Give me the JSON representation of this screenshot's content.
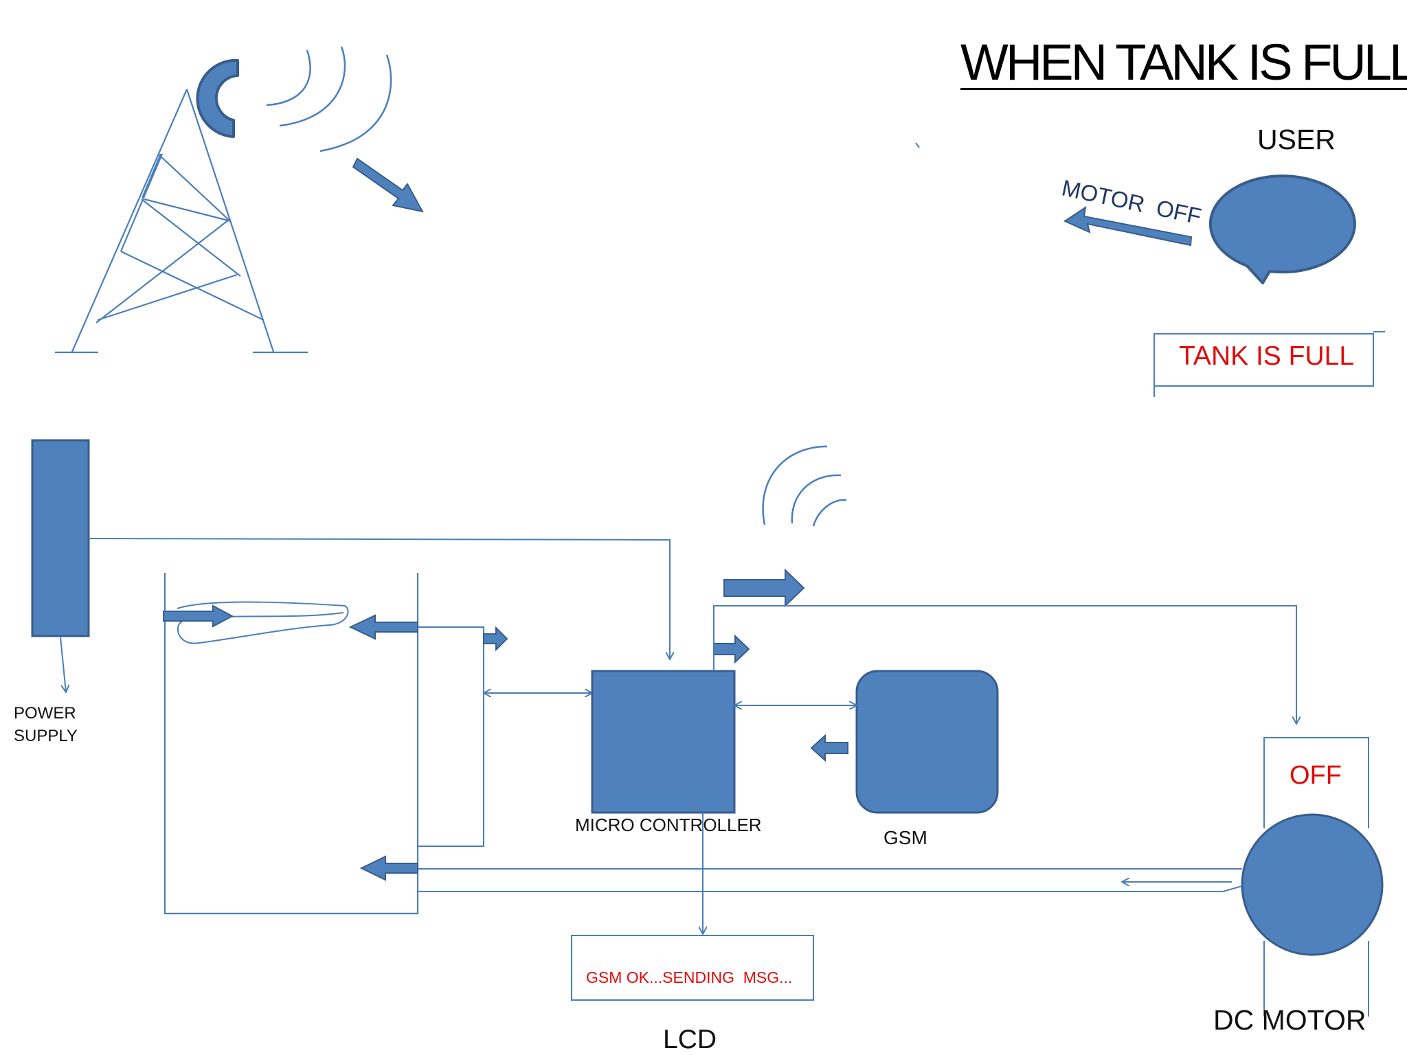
{
  "title": "WHEN TANK IS FULL",
  "labels": {
    "user": "USER",
    "motor_off_msg": "MOTOR  OFF",
    "tank_status": "TANK IS FULL",
    "power_supply_line1": "POWER",
    "power_supply_line2": "SUPPLY",
    "micro_controller": "MICRO CONTROLLER",
    "gsm": "GSM",
    "lcd_message": "GSM OK...SENDING  MSG...",
    "lcd": "LCD",
    "motor_state": "OFF",
    "dc_motor": "DC MOTOR"
  },
  "colors": {
    "block_fill": "#4f81bd",
    "block_stroke": "#385d8a",
    "line": "#4a7ebb",
    "alert_text": "#e10a0a",
    "text": "#111111"
  }
}
